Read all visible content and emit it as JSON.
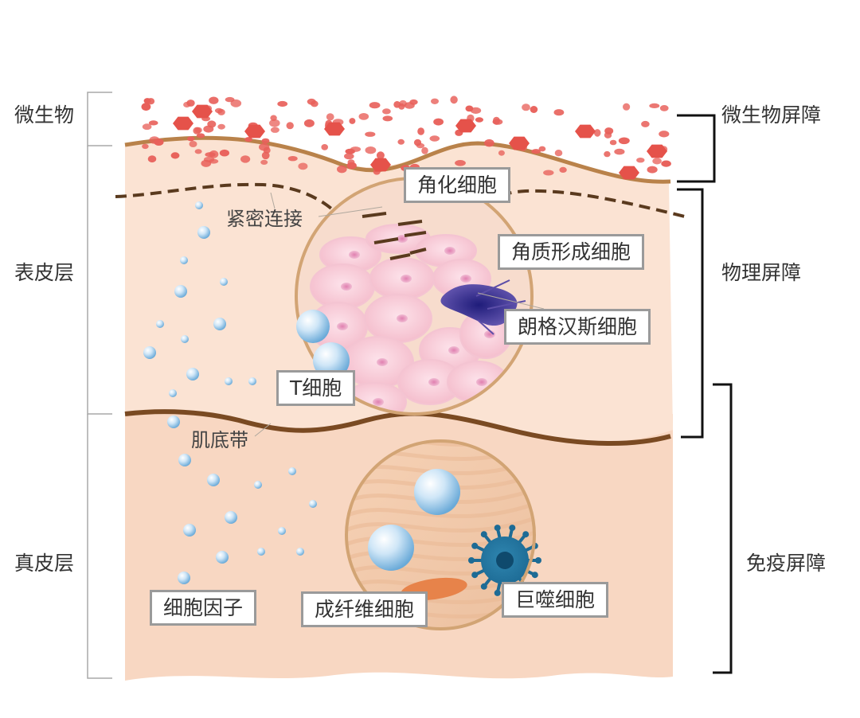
{
  "left_labels": {
    "microbes": "微生物",
    "epidermis": "表皮层",
    "dermis": "真皮层"
  },
  "right_labels": {
    "microbial_barrier": "微生物屏障",
    "physical_barrier": "物理屏障",
    "immune_barrier": "免疫屏障"
  },
  "callouts": {
    "keratinocyte": "角化细胞",
    "tight_junction": "紧密连接",
    "corneocyte": "角质形成细胞",
    "langerhans_cell": "朗格汉斯细胞",
    "t_cell": "T细胞",
    "basement_membrane": "肌底带",
    "cytokine": "细胞因子",
    "fibroblast": "成纤维细胞",
    "macrophage": "巨噬细胞"
  },
  "colors": {
    "epidermis": "#fbe3d3",
    "dermis": "#f8d7c2",
    "membrane": "#7a4a22",
    "surface_line": "#b9824a",
    "microbe": "#e8605a",
    "bracket": "#111111",
    "thin_bracket": "#a8a8a8"
  }
}
